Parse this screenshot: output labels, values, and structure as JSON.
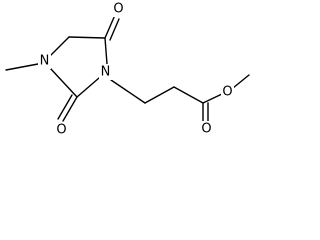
{
  "molecule": {
    "atoms": {
      "n1": "N",
      "n3": "N",
      "o_ring_top": "O",
      "o_ring_bottom": "O",
      "o_carbonyl": "O",
      "o_ester": "O"
    }
  },
  "colors": {
    "bond": "#000000",
    "label": "#000000",
    "background": "#ffffff"
  }
}
